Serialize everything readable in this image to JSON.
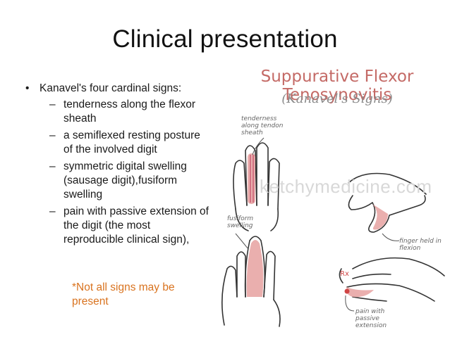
{
  "slide": {
    "title": "Clinical presentation",
    "bullet_marker": "•",
    "bullet_main": "Kanavel's four cardinal signs:",
    "sub_marker": "–",
    "sub_items": [
      "tenderness along the flexor sheath",
      "a semiflexed resting posture of the involved digit",
      "symmetric digital swelling (sausage digit),fusiform swelling",
      "pain with passive extension of the digit (the most reproducible clinical sign),"
    ],
    "note": "*Not all signs may be present",
    "note_color": "#d9731f"
  },
  "figure": {
    "title": "Suppurative Flexor Tenosynovitis",
    "subtitle": "(Kanavel's Signs)",
    "title_color": "#c46a66",
    "inflamed_color": "#e6a1a0",
    "watermark": "ketchymedicine.com",
    "labels": {
      "tenderness": "tenderness along tendon sheath",
      "finger_held": "finger held in flexion",
      "fusiform": "fusiform swelling",
      "pain": "pain with passive extension",
      "rx_mark": "Rx"
    }
  }
}
